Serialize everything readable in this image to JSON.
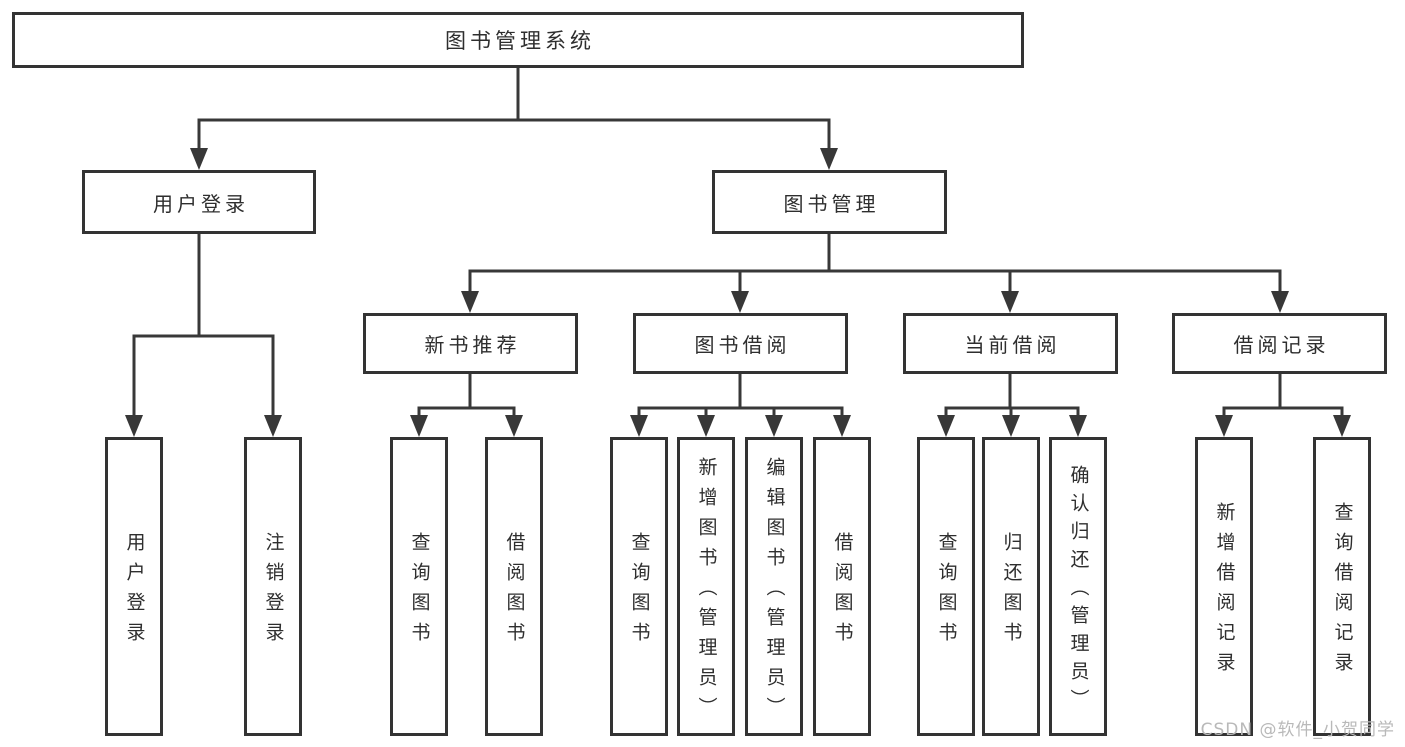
{
  "root": {
    "label": "图书管理系统"
  },
  "level2": [
    {
      "id": "user-login",
      "label": "用户登录"
    },
    {
      "id": "book-management",
      "label": "图书管理"
    }
  ],
  "level3": [
    {
      "id": "new-book-recommend",
      "label": "新书推荐",
      "parent": "图书管理"
    },
    {
      "id": "book-borrowing",
      "label": "图书借阅",
      "parent": "图书管理"
    },
    {
      "id": "current-borrowing",
      "label": "当前借阅",
      "parent": "图书管理"
    },
    {
      "id": "borrowing-records",
      "label": "借阅记录",
      "parent": "图书管理"
    }
  ],
  "leaves": [
    {
      "id": "leaf-user-login",
      "label": "用户登录",
      "parent": "用户登录"
    },
    {
      "id": "leaf-logout",
      "label": "注销登录",
      "parent": "用户登录"
    },
    {
      "id": "leaf-query-books-recommend",
      "label": "查询图书",
      "parent": "新书推荐"
    },
    {
      "id": "leaf-borrow-books-recommend",
      "label": "借阅图书",
      "parent": "新书推荐"
    },
    {
      "id": "leaf-query-books-borrowing",
      "label": "查询图书",
      "parent": "图书借阅"
    },
    {
      "id": "leaf-add-books-admin",
      "label": "新增图书（管理员）",
      "parent": "图书借阅"
    },
    {
      "id": "leaf-edit-books-admin",
      "label": "编辑图书（管理员）",
      "parent": "图书借阅"
    },
    {
      "id": "leaf-borrow-books-borrowing",
      "label": "借阅图书",
      "parent": "图书借阅"
    },
    {
      "id": "leaf-query-books-current",
      "label": "查询图书",
      "parent": "当前借阅"
    },
    {
      "id": "leaf-return-books",
      "label": "归还图书",
      "parent": "当前借阅"
    },
    {
      "id": "leaf-confirm-return-admin",
      "label": "确认归还（管理员）",
      "parent": "当前借阅"
    },
    {
      "id": "leaf-add-borrow-record",
      "label": "新增借阅记录",
      "parent": "借阅记录"
    },
    {
      "id": "leaf-query-borrow-record",
      "label": "查询借阅记录",
      "parent": "借阅记录"
    }
  ],
  "watermark": "CSDN @软件_小贺同学",
  "colors": {
    "line": "#383838",
    "box_border": "#333333",
    "text": "#2e2e2e",
    "watermark": "#b9b9b9",
    "background": "#ffffff"
  }
}
